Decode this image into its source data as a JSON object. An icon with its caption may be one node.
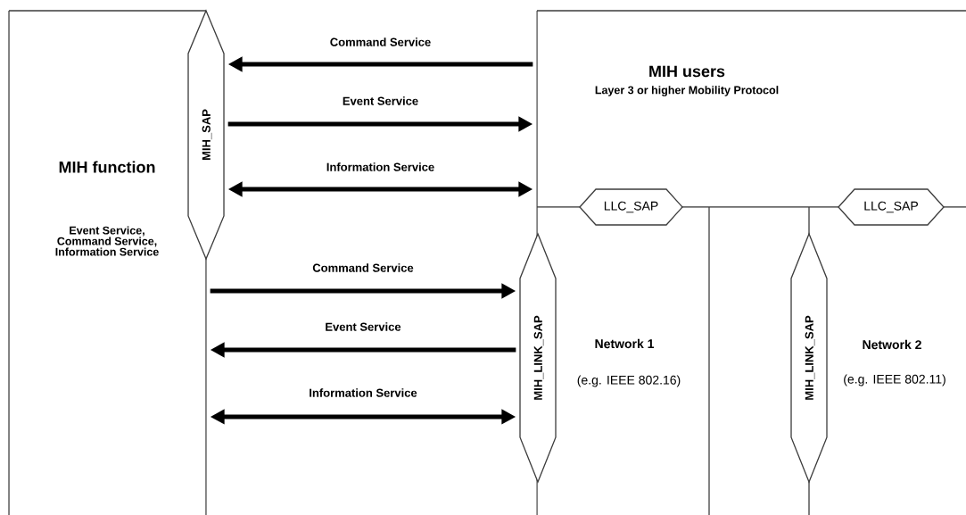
{
  "diagram": {
    "nodes": [
      {
        "text": [
          "MIH function",
          "Event Service, Command Service, Information Service"
        ]
      },
      {
        "text": [
          "MIH_SAP"
        ]
      },
      {
        "text": [
          "MIH users",
          "Layer 3 or higher Mobility Protocol"
        ]
      },
      {
        "text": [
          "LLC_SAP"
        ]
      },
      {
        "text": [
          "LLC_SAP"
        ]
      },
      {
        "text": [
          "Network 1",
          "(e.g. IEEE 802.16)"
        ]
      },
      {
        "text": [
          "MIH_LINK_SAP"
        ]
      },
      {
        "text": [
          "Network 2",
          "(e.g. IEEE 802.11)"
        ]
      },
      {
        "text": [
          "MIH_LINK_SAP"
        ]
      }
    ],
    "edges": [
      {
        "from": 2,
        "to": 1,
        "arrow": "to",
        "label": "Command Service"
      },
      {
        "from": 1,
        "to": 2,
        "arrow": "to",
        "label": "Event Service"
      },
      {
        "from": 1,
        "to": 2,
        "arrow": "both",
        "label": "Information Service"
      },
      {
        "from": 0,
        "to": 6,
        "arrow": "to",
        "label": "Command Service"
      },
      {
        "from": 6,
        "to": 0,
        "arrow": "to",
        "label": "Event Service"
      },
      {
        "from": 0,
        "to": 6,
        "arrow": "both",
        "label": "Information Service"
      }
    ]
  }
}
